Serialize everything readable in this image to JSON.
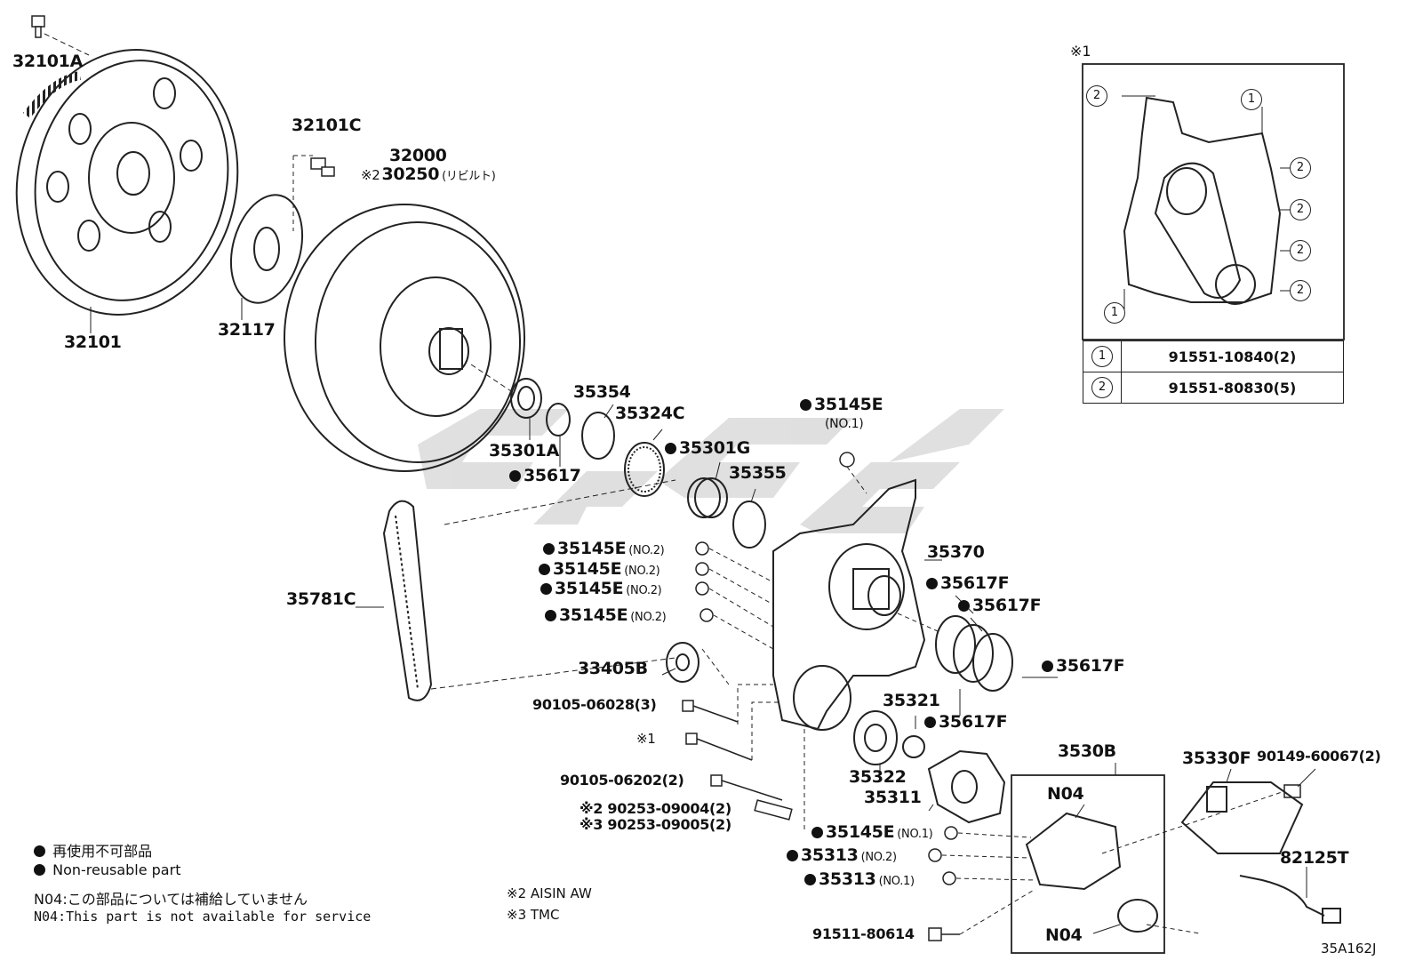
{
  "diagram_code": "35A162J",
  "parts": {
    "p32101A": "32101A",
    "p32101": "32101",
    "p32101C": "32101C",
    "p32117": "32117",
    "p32000": "32000",
    "p30250": "30250",
    "p30250_note": "(リビルト)",
    "p30250_mark": "※2",
    "p35301A": "35301A",
    "p35617": "35617",
    "p35354": "35354",
    "p35324C": "35324C",
    "p35301G": "35301G",
    "p35355": "35355",
    "p35145E_top": "35145E",
    "p35145E_top_sub": "(NO.1)",
    "p35145E_a": "35145E",
    "p35145E_b": "35145E",
    "p35145E_c": "35145E",
    "p35145E_d": "35145E",
    "no2": "(NO.2)",
    "no1": "(NO.1)",
    "p35370": "35370",
    "p35617F_1": "35617F",
    "p35617F_2": "35617F",
    "p35617F_3": "35617F",
    "p35617F_4": "35617F",
    "p35781C": "35781C",
    "p33405B": "33405B",
    "p90105_06028": "90105-06028(3)",
    "p_mark1": "※1",
    "p90105_06202": "90105-06202(2)",
    "p90253_09004": "※2 90253-09004(2)",
    "p90253_09005": "※3 90253-09005(2)",
    "p35321": "35321",
    "p35322": "35322",
    "p35311": "35311",
    "p3530B": "3530B",
    "pN04_a": "N04",
    "pN04_b": "N04",
    "p35330F": "35330F",
    "p90149": "90149-60067(2)",
    "p35145E_bottom": "35145E",
    "p35313_no2": "35313",
    "p35313_no1": "35313",
    "p82125T": "82125T",
    "p91511": "91511-80614"
  },
  "inset": {
    "title": "※1",
    "callouts": [
      "2",
      "1",
      "2",
      "2",
      "2",
      "2",
      "1"
    ],
    "legend": [
      {
        "key": "1",
        "part": "91551-10840(2)"
      },
      {
        "key": "2",
        "part": "91551-80830(5)"
      }
    ]
  },
  "notes": {
    "nonreusable_ja": "再使用不可部品",
    "nonreusable_en": "Non-reusable part",
    "n04_ja": "N04:この部品については補給していません",
    "n04_en": "N04:This part is not available for service",
    "mark2": "※2 AISIN AW",
    "mark3": "※3 TMC"
  }
}
